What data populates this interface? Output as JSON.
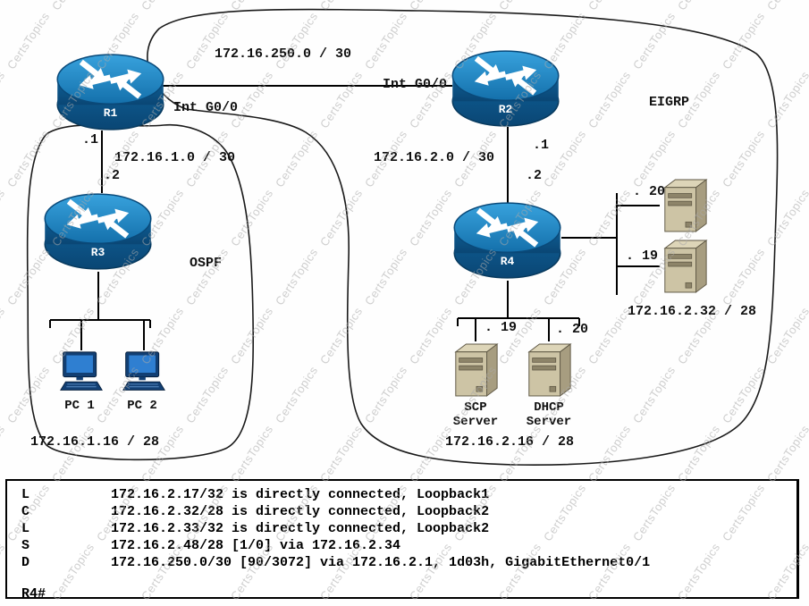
{
  "watermark": {
    "text": "CertsTopics"
  },
  "nodes": {
    "r1": "R1",
    "r2": "R2",
    "r3": "R3",
    "r4": "R4",
    "pc1": "PC 1",
    "pc2": "PC 2",
    "scp_line1": "SCP",
    "scp_line2": "Server",
    "dhcp_line1": "DHCP",
    "dhcp_line2": "Server"
  },
  "labels": {
    "r1_r2_network": "172.16.250.0 / 30",
    "r2_interface": "Int G0/0",
    "r1_interface": "Int G0/0",
    "eigrp_domain": "EIGRP",
    "ospf_domain": "OSPF",
    "r1_r3_ip_top": ".1",
    "r1_r3_network": "172.16.1.0 / 30",
    "r1_r3_ip_bottom": ".2",
    "r2_r4_network": "172.16.2.0 / 30",
    "r2_r4_ip_top": ".1",
    "r2_r4_ip_bottom": ".2",
    "server_top_ip": ". 20",
    "server_bottom_ip": ". 19",
    "right_lan_network": "172.16.2.32 / 28",
    "scp_ip": ". 19",
    "dhcp_ip": ". 20",
    "bottom_lan_network": "172.16.2.16 / 28",
    "pc_lan_network": "172.16.1.16 / 28"
  },
  "console": {
    "rows": [
      {
        "code": "L",
        "route": "172.16.2.17/32 is directly connected, Loopback1"
      },
      {
        "code": "C",
        "route": "172.16.2.32/28 is directly connected, Loopback2"
      },
      {
        "code": "L",
        "route": "172.16.2.33/32 is directly connected, Loopback2"
      },
      {
        "code": "S",
        "route": "172.16.2.48/28 [1/0] via 172.16.2.34"
      },
      {
        "code": "D",
        "route": "172.16.250.0/30 [90/3072] via 172.16.2.1, 1d03h, GigabitEthernet0/1"
      }
    ],
    "prompt": "R4#"
  }
}
